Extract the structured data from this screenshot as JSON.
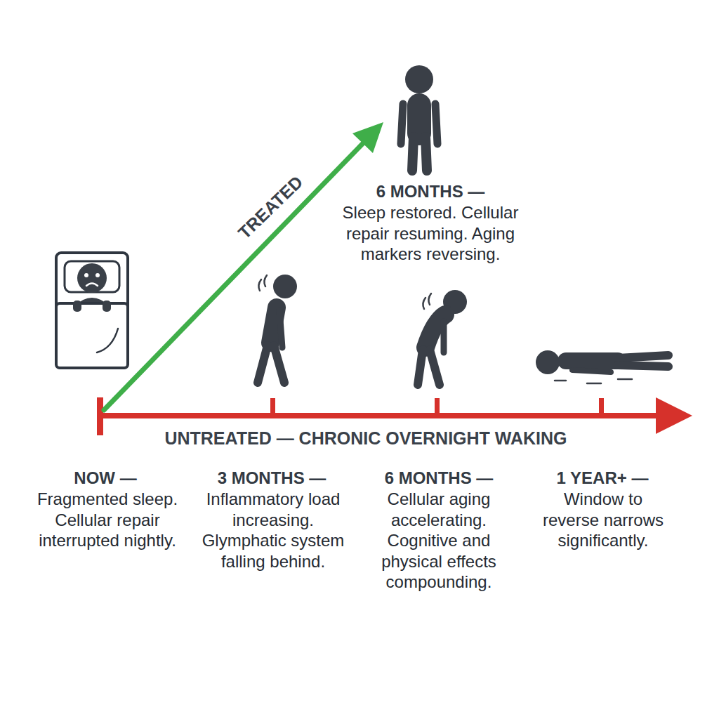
{
  "diagram": {
    "labels": [
      "6 MONTHS —",
      "Sleep restored. Cellular repair resuming. Aging markers reversing.",
      "TREATED",
      "UNTREATED — CHRONIC OVERNIGHT WAKING",
      "NOW —",
      "Fragmented sleep. Cellular repair interrupted nightly.",
      "3 MONTHS —",
      "Inflammatory load increasing. Glymphatic system falling behind.",
      "6 MONTHS —",
      "Cellular aging accelerating. Cognitive and physical effects compounding.",
      "1 YEAR+ —",
      "Window to reverse narrows significantly."
    ]
  }
}
